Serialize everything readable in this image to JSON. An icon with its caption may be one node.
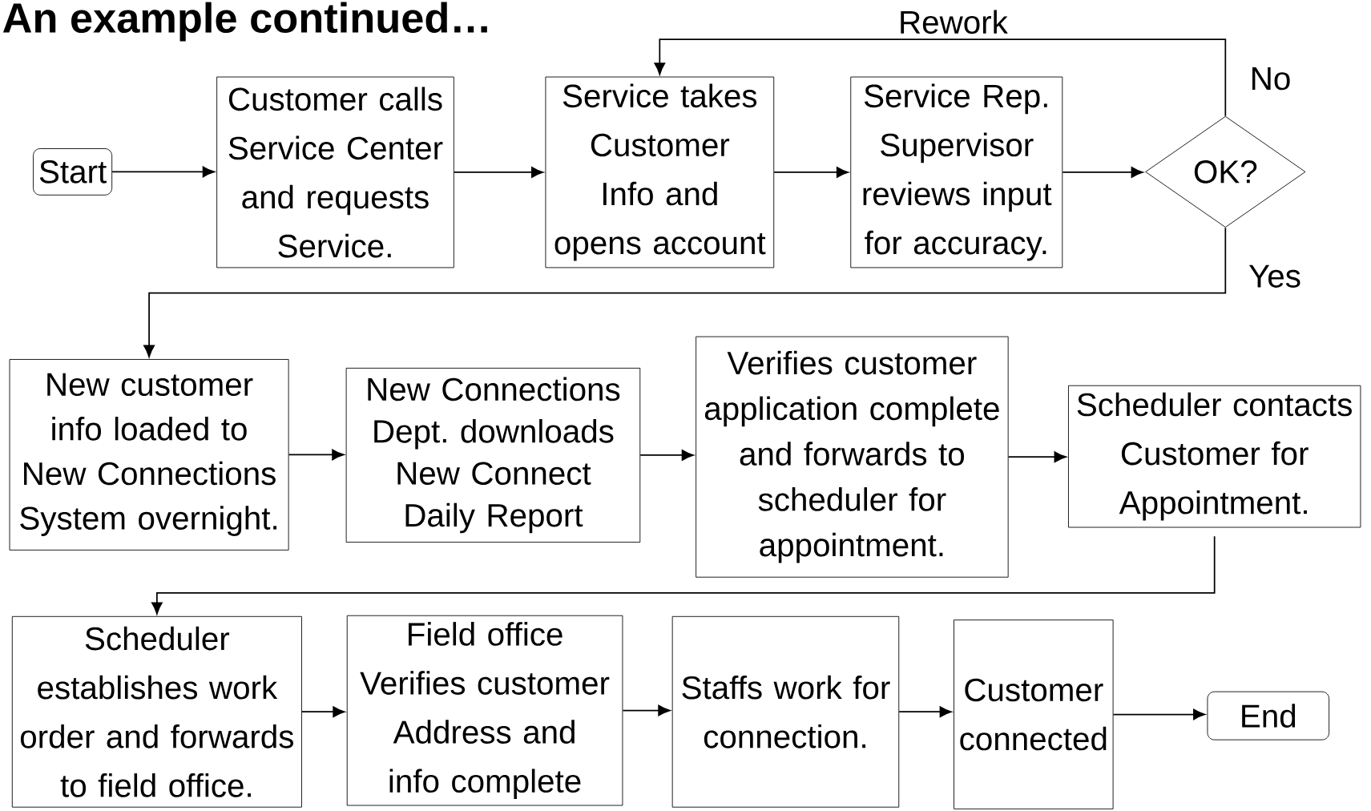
{
  "diagram": {
    "title": "An example continued…",
    "nodes": [
      {
        "text": [
          "Start"
        ]
      },
      {
        "text": [
          "Customer calls Service Center and requests Service."
        ]
      },
      {
        "text": [
          "Service takes Customer Info and opens account"
        ]
      },
      {
        "text": [
          "Service Rep. Supervisor reviews input for accuracy."
        ]
      },
      {
        "text": [
          "OK?"
        ]
      },
      {
        "text": [
          "New customer info loaded to New Connections System overnight."
        ]
      },
      {
        "text": [
          "New Connections Dept. downloads New Connect Daily Report"
        ]
      },
      {
        "text": [
          "Verifies customer application complete and forwards to scheduler for appointment."
        ]
      },
      {
        "text": [
          "Scheduler contacts Customer for Appointment."
        ]
      },
      {
        "text": [
          "Scheduler establishes work order and forwards to field office."
        ]
      },
      {
        "text": [
          "Field office Verifies customer Address and info complete"
        ]
      },
      {
        "text": [
          "Staffs work for connection."
        ]
      },
      {
        "text": [
          "Customer connected"
        ]
      },
      {
        "text": [
          "End"
        ]
      }
    ],
    "edges": [
      {
        "from": 0,
        "to": 1,
        "arrow": "to"
      },
      {
        "from": 1,
        "to": 2,
        "arrow": "to"
      },
      {
        "from": 2,
        "to": 3,
        "arrow": "to"
      },
      {
        "from": 3,
        "to": 4,
        "arrow": "to"
      },
      {
        "from": 4,
        "to": 2,
        "arrow": "to",
        "label": "No"
      },
      {
        "from": 4,
        "to": 5,
        "arrow": "to",
        "label": "Yes"
      },
      {
        "from": 5,
        "to": 6,
        "arrow": "to"
      },
      {
        "from": 6,
        "to": 7,
        "arrow": "to"
      },
      {
        "from": 7,
        "to": 8,
        "arrow": "to"
      },
      {
        "from": 8,
        "to": 9,
        "arrow": "to"
      },
      {
        "from": 9,
        "to": 10,
        "arrow": "to"
      },
      {
        "from": 10,
        "to": 11,
        "arrow": "to"
      },
      {
        "from": 11,
        "to": 12,
        "arrow": "to"
      },
      {
        "from": 12,
        "to": 13,
        "arrow": "to"
      }
    ],
    "labels": [
      "Rework"
    ]
  }
}
